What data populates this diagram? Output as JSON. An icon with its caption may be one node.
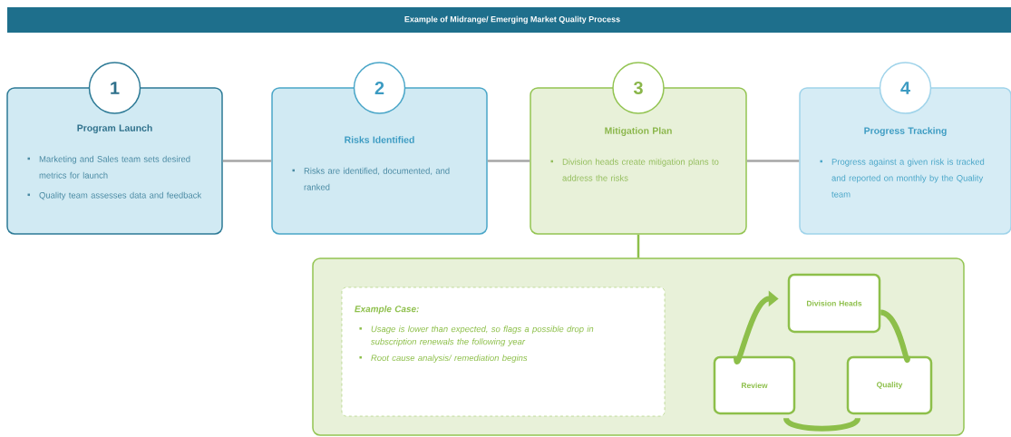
{
  "diagram": {
    "title": "Example of Midrange/ Emerging Market Quality Process",
    "nodes": [
      {
        "text": [
          "1"
        ]
      },
      {
        "text": [
          "Program Launch",
          "Marketing and Sales team sets desired metrics for launch",
          "Quality team assesses data and feedback"
        ]
      },
      {
        "text": [
          "2"
        ]
      },
      {
        "text": [
          "Risks Identified",
          "Risks are identified, documented, and ranked"
        ]
      },
      {
        "text": [
          "3"
        ]
      },
      {
        "text": [
          "Mitigation Plan",
          "Division heads create mitigation plans to address the risks"
        ]
      },
      {
        "text": [
          "4"
        ]
      },
      {
        "text": [
          "Progress Tracking",
          "Progress against a given risk is tracked and reported on monthly by the Quality team"
        ]
      },
      {
        "text": [],
        "shape": "box"
      },
      {
        "text": [
          "Example Case:",
          "Usage is lower than expected, so flags a possible drop in subscription renewals the following year",
          "Root cause analysis/ remediation begins"
        ],
        "in": 8
      },
      {
        "text": [
          "Division Heads"
        ],
        "in": 8
      },
      {
        "text": [
          "Quality"
        ],
        "in": 8
      },
      {
        "text": [
          "Review"
        ],
        "in": 8
      }
    ],
    "edges": [
      {
        "from": 1,
        "to": 3,
        "arrow": "none",
        "color": "#a6a6a6"
      },
      {
        "from": 3,
        "to": 5,
        "arrow": "none",
        "color": "#a6a6a6"
      },
      {
        "from": 5,
        "to": 7,
        "arrow": "none",
        "color": "#a6a6a6"
      },
      {
        "from": 5,
        "to": 8,
        "arrow": "none",
        "color": "#8dbf4a"
      },
      {
        "from": 12,
        "to": 10,
        "arrow": "to",
        "style": "thick",
        "color": "#8dbf4a"
      },
      {
        "from": 10,
        "to": 11,
        "arrow": "none",
        "style": "thick",
        "color": "#8dbf4a"
      },
      {
        "from": 11,
        "to": 12,
        "arrow": "none",
        "style": "thick",
        "color": "#8dbf4a"
      }
    ]
  }
}
